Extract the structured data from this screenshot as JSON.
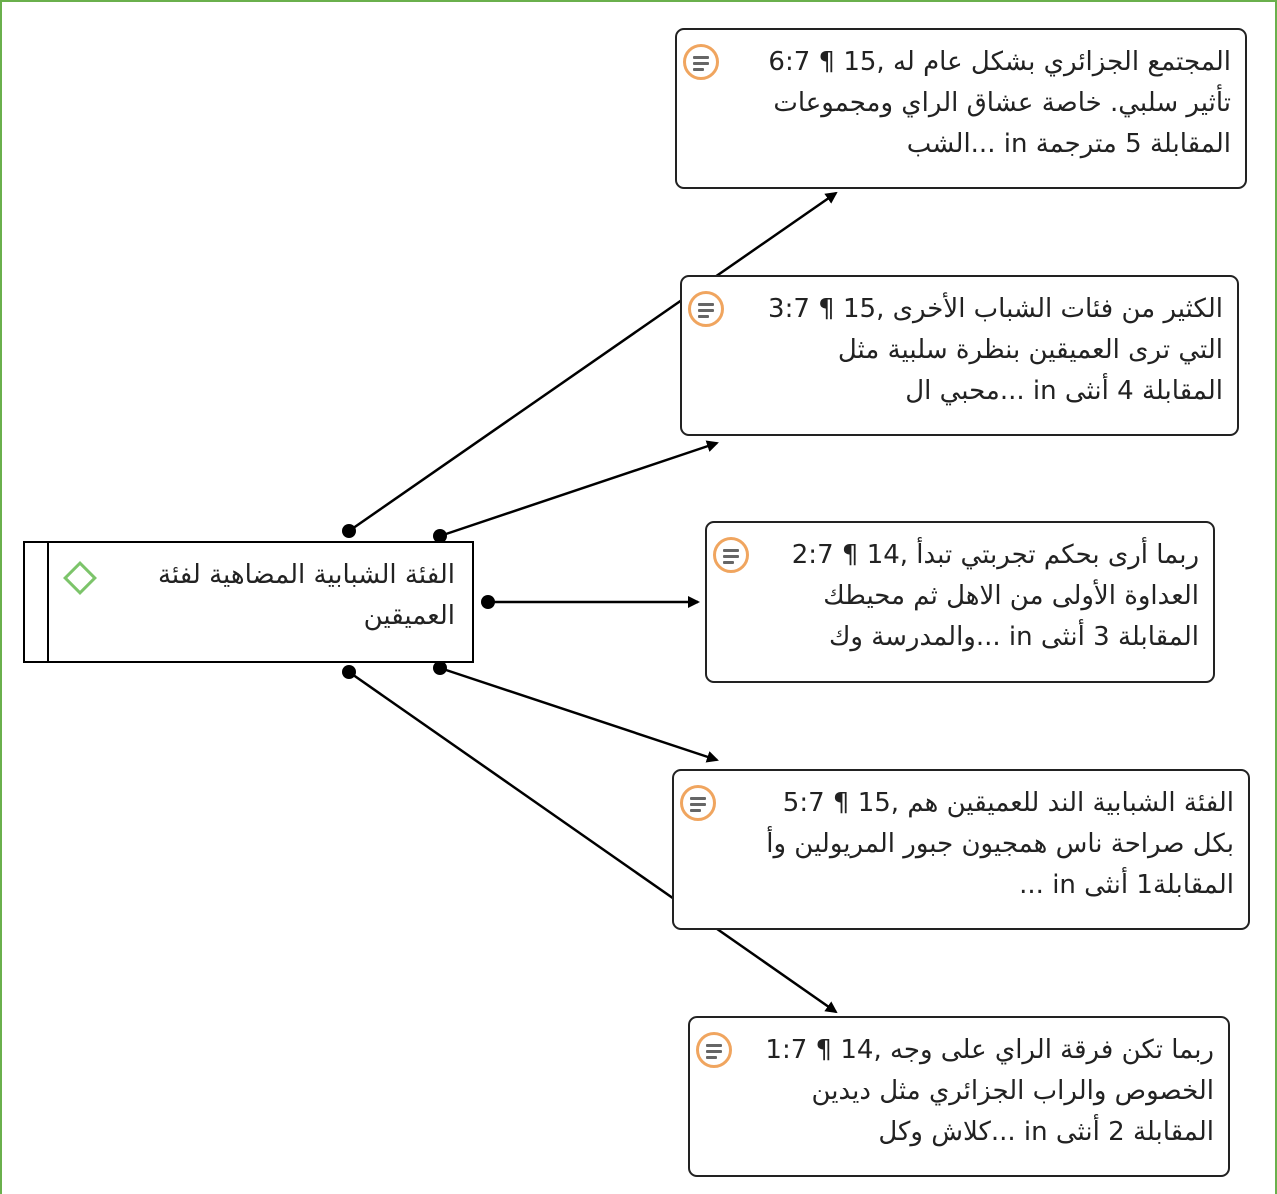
{
  "code": {
    "label": "الفئة الشبابية المضاهية لفئة العميقين"
  },
  "quotations": [
    {
      "line1": "المجتمع الجزائري بشكل عام له  ,15 ¶ 6:7",
      "line2": "تأثير سلبي. خاصة عشاق الراي ومجموعات",
      "line3": "المقابلة 5 مترجمة in ...الشب"
    },
    {
      "line1": "الكثير من فئات الشباب الأخرى  ,15 ¶ 3:7",
      "line2": "التي ترى العميقين بنظرة سلبية مثل",
      "line3": "المقابلة 4 أنثى in ...محبي ال"
    },
    {
      "line1": "ربما أرى بحكم تجربتي تبدأ  ,14 ¶ 2:7",
      "line2": "العداوة الأولى من الاهل ثم محيطك",
      "line3": "المقابلة 3 أنثى in ...والمدرسة وك"
    },
    {
      "line1": "الفئة الشبابية الند للعميقين هم  ,15 ¶ 5:7",
      "line2": "بكل صراحة ناس همجيون جبور المريولين وأ",
      "line3": "المقابلة1 أنثى in ..."
    },
    {
      "line1": "ربما تكن فرقة الراي على وجه  ,14 ¶ 1:7",
      "line2": "الخصوص والراب الجزائري مثل ديدين",
      "line3": "المقابلة 2 أنثى in ...كلاش وكل"
    }
  ],
  "colors": {
    "frame": "#6ab04c",
    "code_icon": "#7cc46a",
    "quote_icon": "#f0a55f"
  },
  "icons": {
    "code": "diamond-code-icon",
    "quotation": "document-quotation-icon"
  }
}
